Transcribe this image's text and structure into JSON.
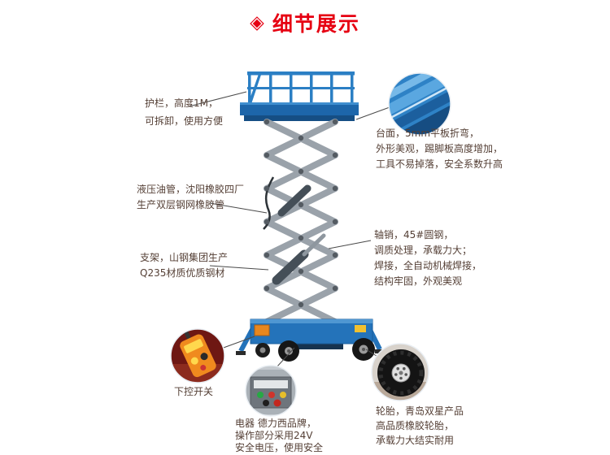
{
  "header": {
    "title": "细节展示",
    "icon_glyph": "◈"
  },
  "annotations": {
    "guardrail": {
      "lines": [
        "护栏，高度1M，",
        "可拆卸，使用方便"
      ]
    },
    "platform": {
      "lines": [
        "台面，5mm平板折弯，",
        "外形美观，踢脚板高度增加，",
        "工具不易掉落，安全系数升高"
      ]
    },
    "hydraulic_hose": {
      "lines": [
        "液压油管，沈阳橡胶四厂",
        "生产双层钢网橡胶管"
      ]
    },
    "support_frame": {
      "lines": [
        "支架，山钢集团生产",
        "Q235材质优质钢材"
      ]
    },
    "axle_pin": {
      "lines": [
        "轴销，45#圆钢，",
        "调质处理，承载力大；",
        "焊接，全自动机械焊接，",
        "结构牢固，外观美观"
      ]
    },
    "lower_control": {
      "lines": [
        "下控开关"
      ]
    },
    "electrical": {
      "lines": [
        "电器 德力西品牌，",
        "操作部分采用24V",
        "安全电压，使用安全"
      ]
    },
    "tires": {
      "lines": [
        "轮胎，青岛双星产品",
        "高品质橡胶轮胎，",
        "承载力大结实耐用"
      ]
    }
  },
  "colors": {
    "accent_red": "#e60012",
    "machine_blue": "#2b7fc4",
    "annotation_text": "#543f35"
  }
}
